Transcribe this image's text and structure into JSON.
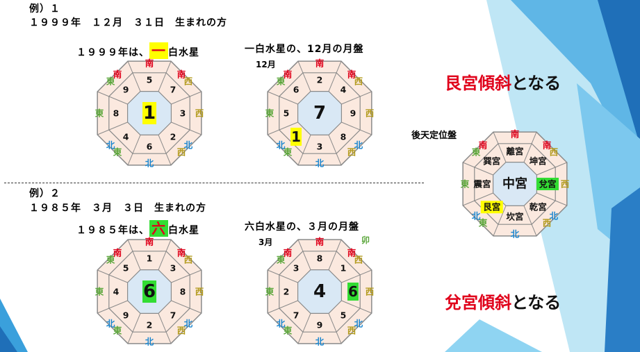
{
  "colors": {
    "red": "#e0001a",
    "green": "#5aa63a",
    "olive": "#b39b1e",
    "blue": "#1a86d0",
    "purple": "#7030a0",
    "highlight_yellow": "#ffff00",
    "highlight_green": "#33dd33",
    "cell_bg": "#fbe9df",
    "center_bg": "#d9e8f5",
    "border": "#8a8a8a"
  },
  "example1": {
    "label": "例）１",
    "birth": "１９９９年　１２月　３１日　生まれの方",
    "star_line_prefix": "１９９９年は、",
    "star_char": "一",
    "star_line_suffix": "白水星",
    "month_title": "一白水星の、12月の月盤",
    "month_label": "12月"
  },
  "example2": {
    "label": "例）２",
    "birth": "１９８５年　３月　３日　生まれの方",
    "star_line_prefix": "１９８５年は、",
    "star_char": "六",
    "star_line_suffix": "白水星",
    "month_title": "六白水星の、３月の月盤",
    "month_label": "3月",
    "extra_label": "卯"
  },
  "directions": {
    "south": "南",
    "north": "北",
    "east": "東",
    "west": "西",
    "se1": "東",
    "se2": "南",
    "sw1": "南",
    "sw2": "西",
    "ne1": "東",
    "ne2": "北",
    "nw1": "北",
    "nw2": "西"
  },
  "charts": [
    {
      "center": "1",
      "cells": {
        "s": "5",
        "n": "6",
        "e": "8",
        "w": "3",
        "se": "9",
        "sw": "7",
        "ne": "4",
        "nw": "2"
      },
      "highlight": "center",
      "hl_color": "yellow"
    },
    {
      "center": "7",
      "cells": {
        "s": "2",
        "n": "3",
        "e": "5",
        "w": "9",
        "se": "6",
        "sw": "4",
        "ne": "1",
        "nw": "8"
      },
      "highlight": "ne",
      "hl_color": "yellow"
    },
    {
      "center": "6",
      "cells": {
        "s": "1",
        "n": "2",
        "e": "4",
        "w": "8",
        "se": "5",
        "sw": "3",
        "ne": "9",
        "nw": "7"
      },
      "highlight": "center",
      "hl_color": "green"
    },
    {
      "center": "4",
      "cells": {
        "s": "8",
        "n": "9",
        "e": "2",
        "w": "6",
        "se": "3",
        "sw": "1",
        "ne": "7",
        "nw": "5"
      },
      "highlight": "w",
      "hl_color": "green"
    }
  ],
  "palace": {
    "title": "後天定位盤",
    "center": "中宮",
    "s": "離宮",
    "n": "坎宮",
    "e": "震宮",
    "w": "兌宮",
    "se": "巽宮",
    "sw": "坤宮",
    "ne": "艮宮",
    "nw": "乾宮"
  },
  "conclusions": {
    "first_red": "艮宮傾斜",
    "first_black": "となる",
    "second_red": "兌宮傾斜",
    "second_black": "となる"
  }
}
